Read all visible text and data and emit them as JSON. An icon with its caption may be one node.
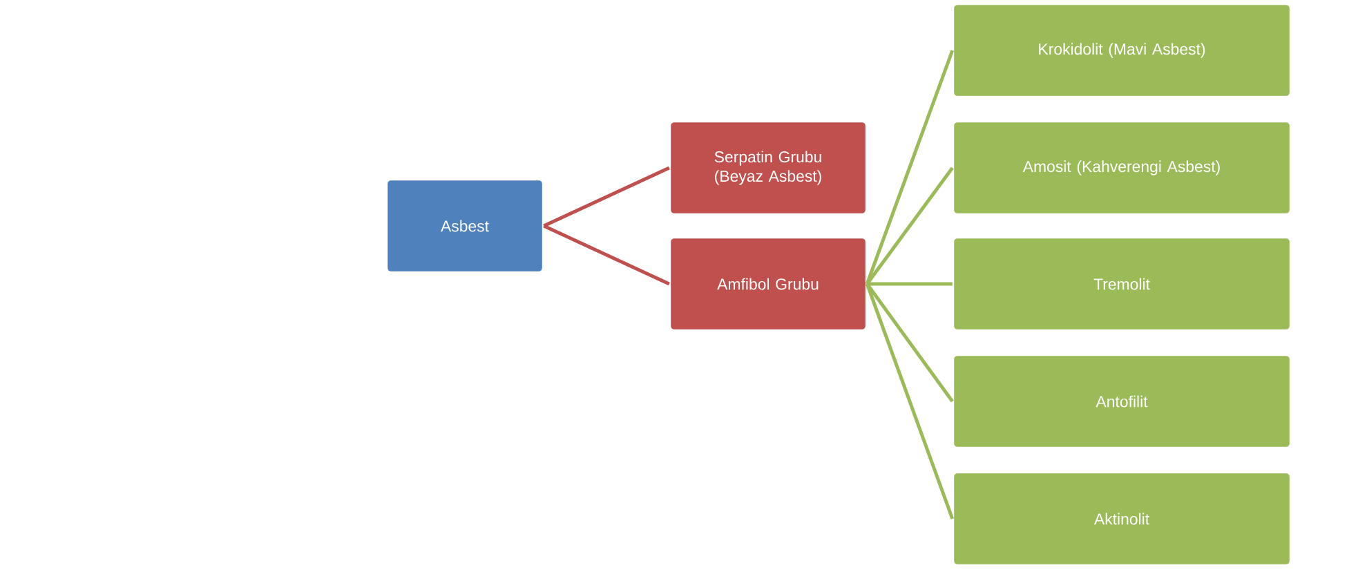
{
  "diagram": {
    "nodes": [
      {
        "text": [
          "Asbest"
        ]
      },
      {
        "text": [
          "Serpatin Grubu (Beyaz Asbest)"
        ]
      },
      {
        "text": [
          "Amfibol Grubu"
        ]
      },
      {
        "text": [
          "Krokidolit (Mavi Asbest)"
        ]
      },
      {
        "text": [
          "Amosit (Kahverengi Asbest)"
        ]
      },
      {
        "text": [
          "Tremolit"
        ]
      },
      {
        "text": [
          "Antofilit"
        ]
      },
      {
        "text": [
          "Aktinolit"
        ]
      }
    ],
    "edges": [
      {
        "from": 0,
        "to": 1,
        "arrow": "none",
        "color": "#c0504d"
      },
      {
        "from": 0,
        "to": 2,
        "arrow": "none",
        "color": "#c0504d"
      },
      {
        "from": 2,
        "to": 3,
        "arrow": "none"
      },
      {
        "from": 2,
        "to": 4,
        "arrow": "none"
      },
      {
        "from": 2,
        "to": 5,
        "arrow": "none"
      },
      {
        "from": 2,
        "to": 6,
        "arrow": "none"
      },
      {
        "from": 2,
        "to": 7,
        "arrow": "none"
      }
    ]
  }
}
